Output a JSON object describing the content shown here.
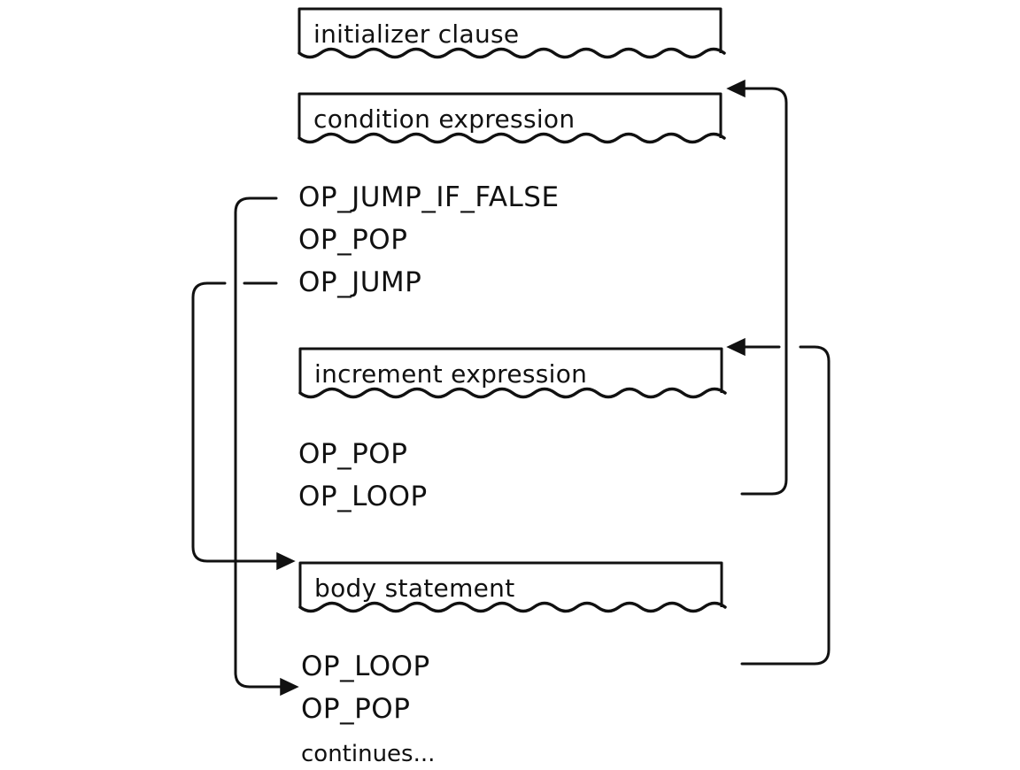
{
  "blocks": {
    "initializer": "initializer clause",
    "condition": "condition expression",
    "increment": "increment expression",
    "body": "body statement"
  },
  "ops": {
    "jump_if_false": "OP_JUMP_IF_FALSE",
    "pop_after_condition": "OP_POP",
    "jump": "OP_JUMP",
    "pop_after_increment": "OP_POP",
    "loop_to_condition": "OP_LOOP",
    "loop_to_increment": "OP_LOOP",
    "pop_at_exit": "OP_POP"
  },
  "continues": "continues...",
  "colors": {
    "ink": "#111111",
    "background": "#ffffff"
  }
}
